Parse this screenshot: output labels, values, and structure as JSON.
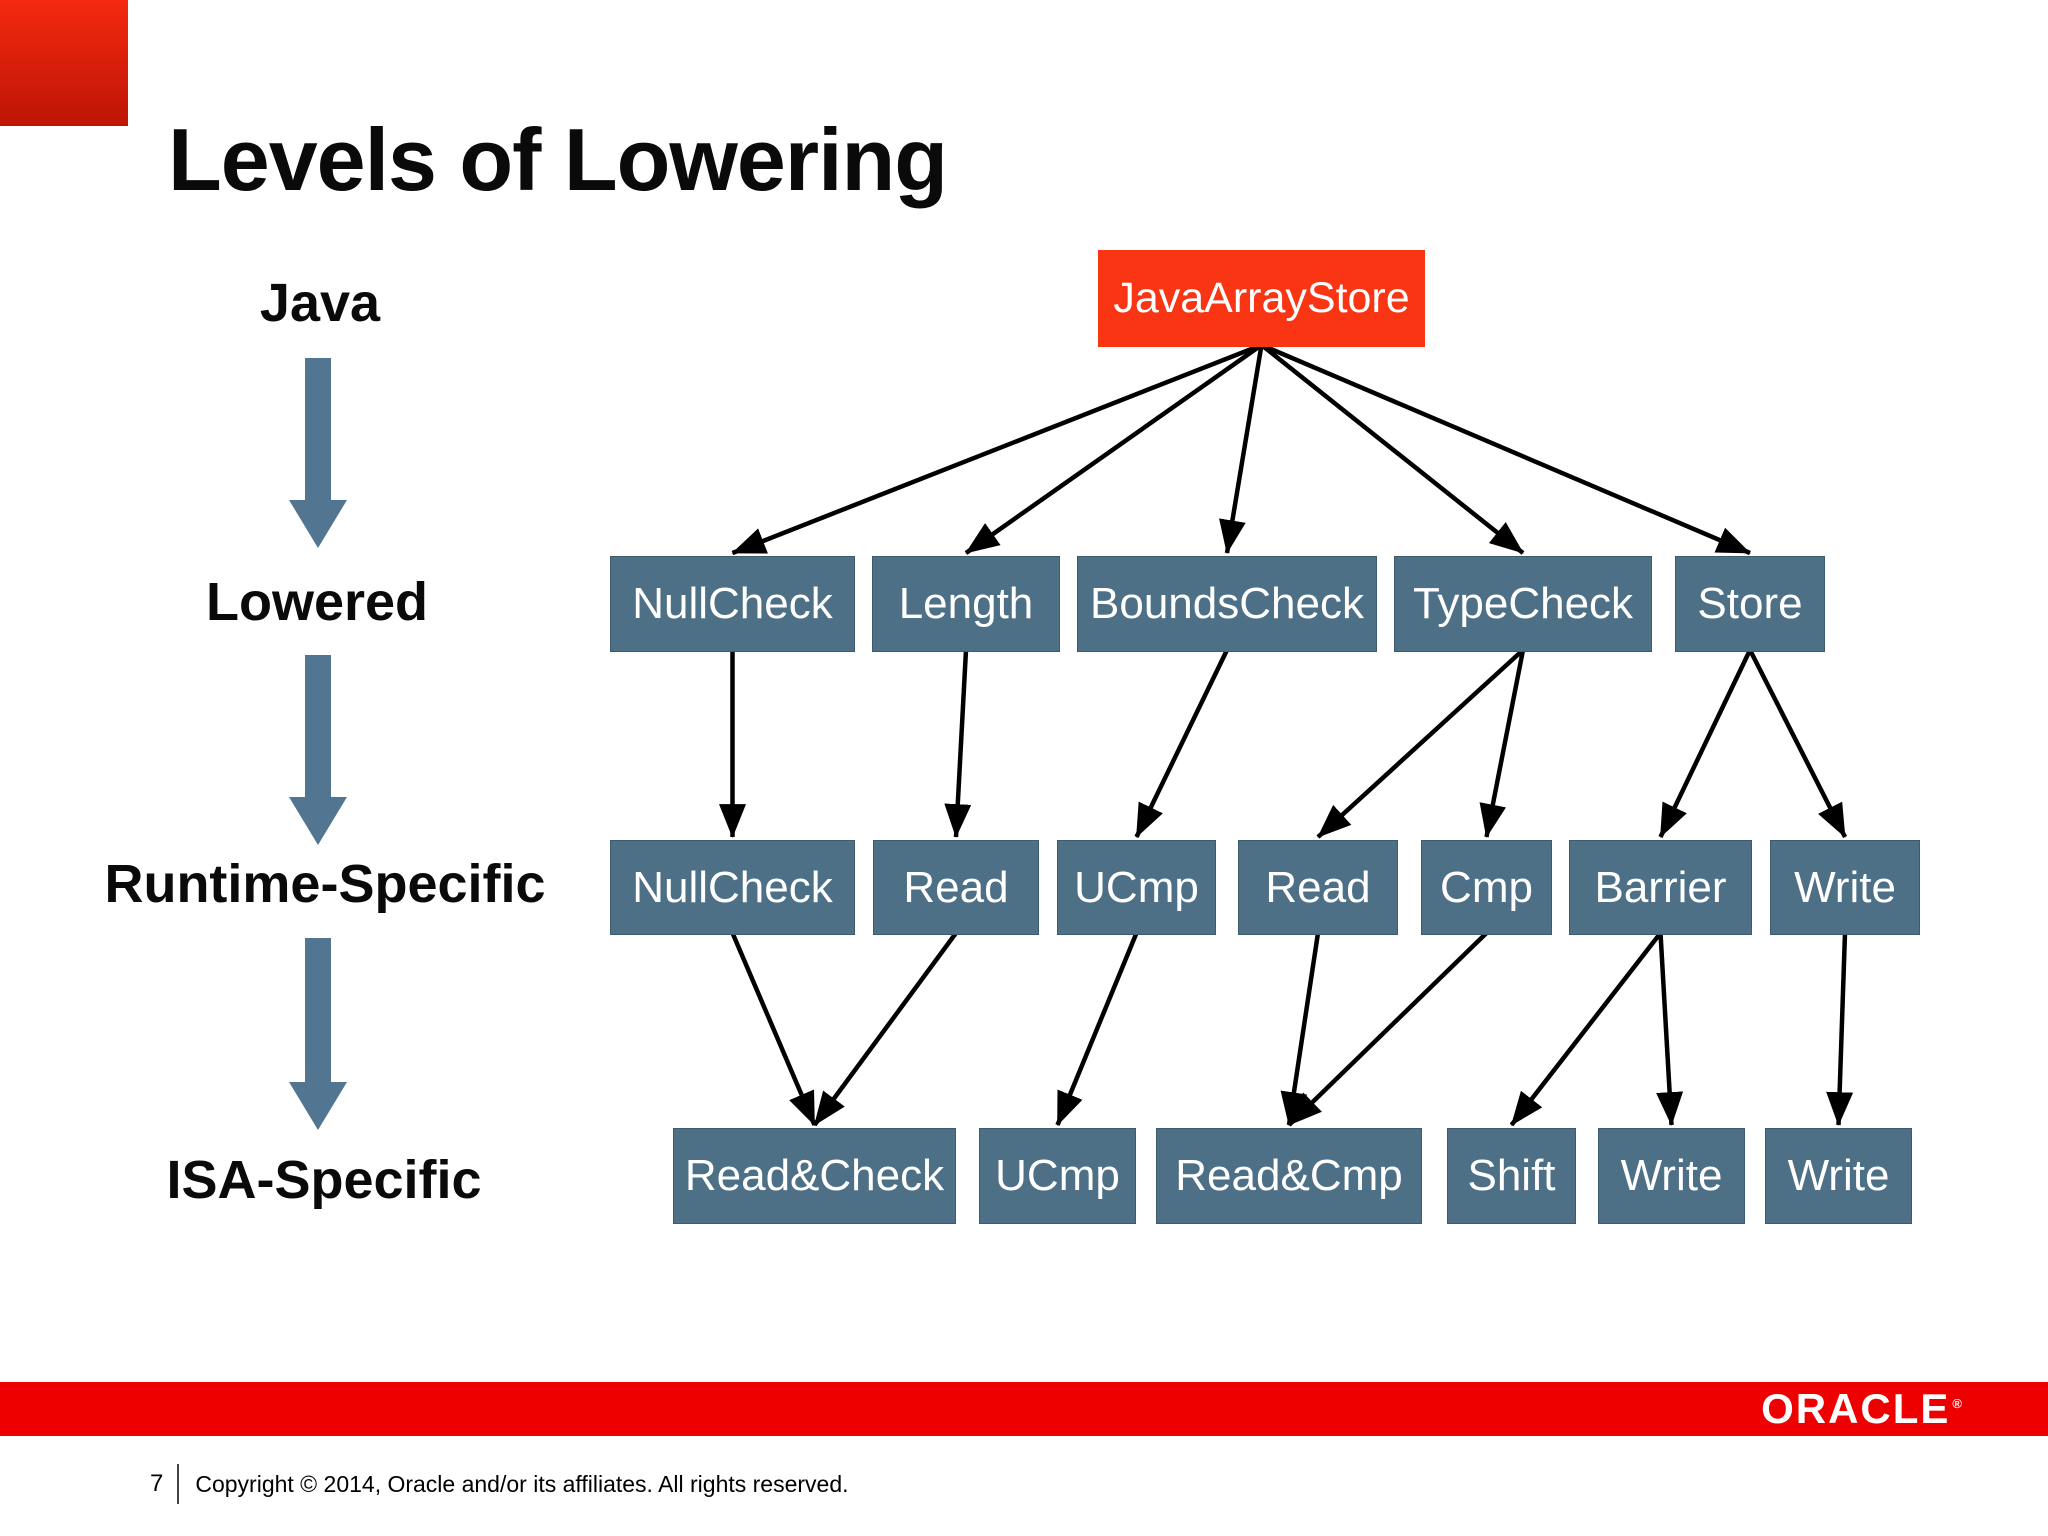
{
  "slide": {
    "title": "Levels of Lowering",
    "page_number": "7",
    "copyright": "Copyright © 2014, Oracle and/or its affiliates. All rights reserved.",
    "brand": "ORACLE",
    "brand_mark": "®",
    "colors": {
      "box_fill": "#4d7086",
      "box_border": "#3e5b6d",
      "root_fill": "#f93514",
      "block_arrow": "#527692",
      "bar_red": "#ef0000",
      "corner_top": "#f4290f",
      "corner_bottom": "#bd1505",
      "edge": "#000000"
    }
  },
  "levels": [
    {
      "id": "java",
      "label": "Java"
    },
    {
      "id": "lowered",
      "label": "Lowered"
    },
    {
      "id": "runtime",
      "label": "Runtime-Specific"
    },
    {
      "id": "isa",
      "label": "ISA-Specific"
    }
  ],
  "nodes": {
    "n_root": "JavaArrayStore",
    "n_null1": "NullCheck",
    "n_length": "Length",
    "n_bounds": "BoundsCheck",
    "n_type": "TypeCheck",
    "n_store": "Store",
    "n_null2": "NullCheck",
    "n_read1": "Read",
    "n_ucmp1": "UCmp",
    "n_read2": "Read",
    "n_cmp": "Cmp",
    "n_barrier": "Barrier",
    "n_write1": "Write",
    "n_readcheck": "Read&Check",
    "n_ucmp2": "UCmp",
    "n_readcmp": "Read&Cmp",
    "n_shift": "Shift",
    "n_write2": "Write",
    "n_write3": "Write"
  },
  "edges": [
    [
      "n_root",
      "n_null1"
    ],
    [
      "n_root",
      "n_length"
    ],
    [
      "n_root",
      "n_bounds"
    ],
    [
      "n_root",
      "n_type"
    ],
    [
      "n_root",
      "n_store"
    ],
    [
      "n_null1",
      "n_null2"
    ],
    [
      "n_length",
      "n_read1"
    ],
    [
      "n_bounds",
      "n_ucmp1"
    ],
    [
      "n_type",
      "n_read2"
    ],
    [
      "n_type",
      "n_cmp"
    ],
    [
      "n_store",
      "n_barrier"
    ],
    [
      "n_store",
      "n_write1"
    ],
    [
      "n_null2",
      "n_readcheck"
    ],
    [
      "n_read1",
      "n_readcheck"
    ],
    [
      "n_ucmp1",
      "n_ucmp2"
    ],
    [
      "n_read2",
      "n_readcmp"
    ],
    [
      "n_cmp",
      "n_readcmp"
    ],
    [
      "n_barrier",
      "n_shift"
    ],
    [
      "n_barrier",
      "n_write2"
    ],
    [
      "n_write1",
      "n_write3"
    ]
  ]
}
